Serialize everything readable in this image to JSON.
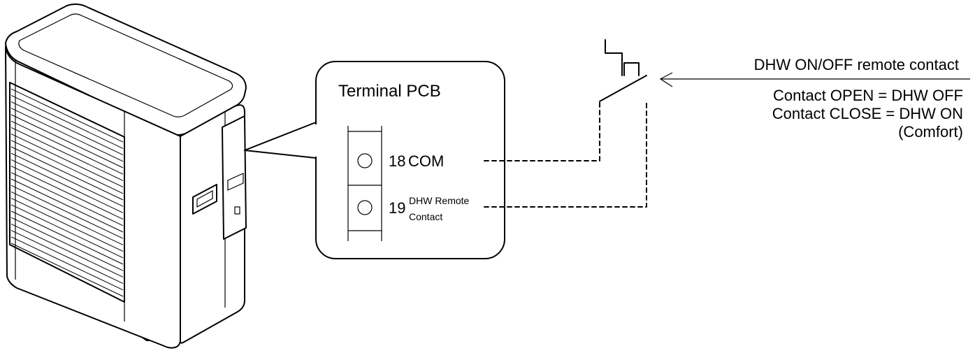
{
  "pcb": {
    "title": "Terminal PCB",
    "terminals": [
      {
        "number": "18",
        "label": "COM"
      },
      {
        "number": "19",
        "label_line1": "DHW Remote",
        "label_line2": "Contact"
      }
    ]
  },
  "remote_contact": {
    "title": "DHW ON/OFF remote contact",
    "line1": "Contact OPEN = DHW OFF",
    "line2": "Contact CLOSE = DHW ON",
    "line3": "(Comfort)"
  },
  "colors": {
    "line": "#000000",
    "background": "#ffffff"
  }
}
